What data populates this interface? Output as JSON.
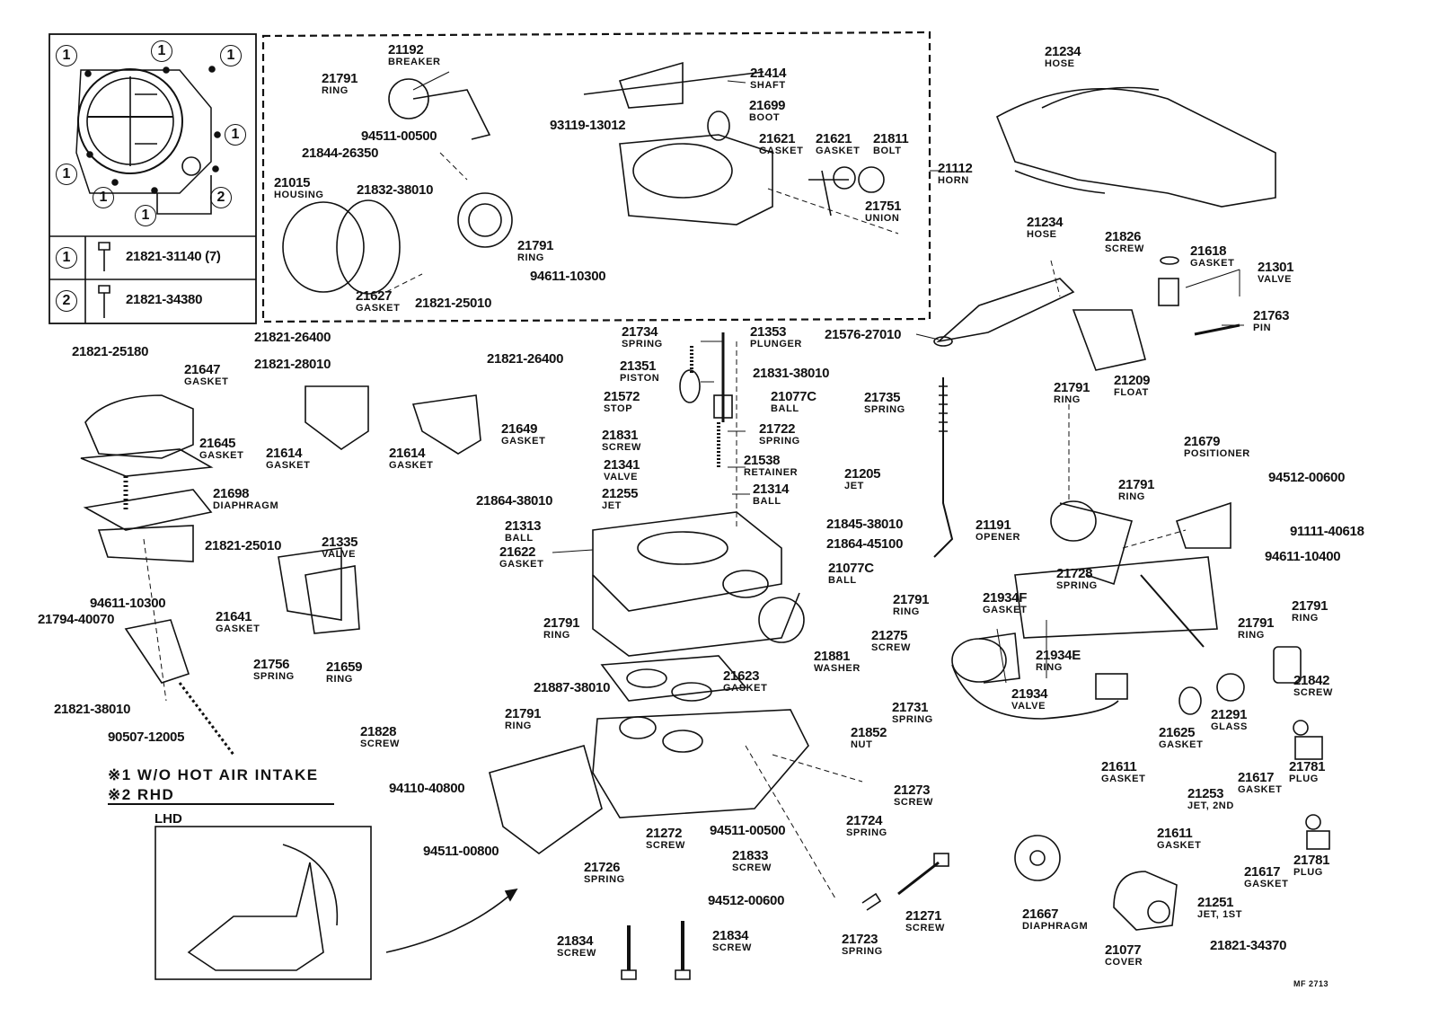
{
  "legend": {
    "circle1": "1",
    "circle2": "2",
    "row1_part": "21821-31140 (7)",
    "row2_part": "21821-34380"
  },
  "notes": {
    "note1": "※1 W/O HOT AIR INTAKE",
    "note2": "※2 RHD",
    "lhd": "LHD",
    "code": "MF 2713"
  },
  "labels": [
    {
      "id": "p21192",
      "num": "21192",
      "name": "BREAKER"
    },
    {
      "id": "p21791a",
      "num": "21791",
      "name": "RING"
    },
    {
      "id": "p94511a",
      "num": "94511-00500",
      "name": ""
    },
    {
      "id": "p21844",
      "num": "21844-26350",
      "name": ""
    },
    {
      "id": "p21015",
      "num": "21015",
      "name": "HOUSING"
    },
    {
      "id": "p21832",
      "num": "21832-38010",
      "name": ""
    },
    {
      "id": "p21627",
      "num": "21627",
      "name": "GASKET"
    },
    {
      "id": "p21821a",
      "num": "21821-25010",
      "name": ""
    },
    {
      "id": "p93119",
      "num": "93119-13012",
      "name": ""
    },
    {
      "id": "p21414",
      "num": "21414",
      "name": "SHAFT"
    },
    {
      "id": "p21699",
      "num": "21699",
      "name": "BOOT"
    },
    {
      "id": "p21621a",
      "num": "21621",
      "name": "GASKET"
    },
    {
      "id": "p21621b",
      "num": "21621",
      "name": "GASKET"
    },
    {
      "id": "p21811",
      "num": "21811",
      "name": "BOLT"
    },
    {
      "id": "p21112",
      "num": "21112",
      "name": "HORN"
    },
    {
      "id": "p21751",
      "num": "21751",
      "name": "UNION"
    },
    {
      "id": "p21791b",
      "num": "21791",
      "name": "RING"
    },
    {
      "id": "p94611a",
      "num": "94611-10300",
      "name": ""
    },
    {
      "id": "p21234a",
      "num": "21234",
      "name": "HOSE"
    },
    {
      "id": "p21234b",
      "num": "21234",
      "name": "HOSE"
    },
    {
      "id": "p21826",
      "num": "21826",
      "name": "SCREW"
    },
    {
      "id": "p21618",
      "num": "21618",
      "name": "GASKET"
    },
    {
      "id": "p21301",
      "num": "21301",
      "name": "VALVE"
    },
    {
      "id": "p21763",
      "num": "21763",
      "name": "PIN"
    },
    {
      "id": "p21209",
      "num": "21209",
      "name": "FLOAT"
    },
    {
      "id": "p21576",
      "num": "21576-27010",
      "name": ""
    },
    {
      "id": "p21821b",
      "num": "21821-25180",
      "name": ""
    },
    {
      "id": "p21647",
      "num": "21647",
      "name": "GASKET"
    },
    {
      "id": "p21645",
      "num": "21645",
      "name": "GASKET"
    },
    {
      "id": "p21698",
      "num": "21698",
      "name": "DIAPHRAGM"
    },
    {
      "id": "p21821c",
      "num": "21821-26400",
      "name": ""
    },
    {
      "id": "p21821d",
      "num": "21821-28010",
      "name": ""
    },
    {
      "id": "p21821e",
      "num": "21821-26400",
      "name": ""
    },
    {
      "id": "p21614a",
      "num": "21614",
      "name": "GASKET"
    },
    {
      "id": "p21614b",
      "num": "21614",
      "name": "GASKET"
    },
    {
      "id": "p21734",
      "num": "21734",
      "name": "SPRING"
    },
    {
      "id": "p21353",
      "num": "21353",
      "name": "PLUNGER"
    },
    {
      "id": "p21351",
      "num": "21351",
      "name": "PISTON"
    },
    {
      "id": "p21831a",
      "num": "21831-38010",
      "name": ""
    },
    {
      "id": "p21572",
      "num": "21572",
      "name": "STOP"
    },
    {
      "id": "p21077a",
      "num": "21077C",
      "name": "BALL"
    },
    {
      "id": "p21735",
      "num": "21735",
      "name": "SPRING"
    },
    {
      "id": "p21791c",
      "num": "21791",
      "name": "RING"
    },
    {
      "id": "p21649",
      "num": "21649",
      "name": "GASKET"
    },
    {
      "id": "p21831b",
      "num": "21831",
      "name": "SCREW"
    },
    {
      "id": "p21722",
      "num": "21722",
      "name": "SPRING"
    },
    {
      "id": "p21341",
      "num": "21341",
      "name": "VALVE"
    },
    {
      "id": "p21538",
      "num": "21538",
      "name": "RETAINER"
    },
    {
      "id": "p21205",
      "num": "21205",
      "name": "JET"
    },
    {
      "id": "p21864a",
      "num": "21864-38010",
      "name": ""
    },
    {
      "id": "p21255",
      "num": "21255",
      "name": "JET"
    },
    {
      "id": "p21314",
      "num": "21314",
      "name": "BALL"
    },
    {
      "id": "p21313",
      "num": "21313",
      "name": "BALL"
    },
    {
      "id": "p21845",
      "num": "21845-38010",
      "name": ""
    },
    {
      "id": "p21864b",
      "num": "21864-45100",
      "name": ""
    },
    {
      "id": "p21622",
      "num": "21622",
      "name": "GASKET"
    },
    {
      "id": "p21077b",
      "num": "21077C",
      "name": "BALL"
    },
    {
      "id": "p21679",
      "num": "21679",
      "name": "POSITIONER"
    },
    {
      "id": "p94512a",
      "num": "94512-00600",
      "name": ""
    },
    {
      "id": "p21791d",
      "num": "21791",
      "name": "RING"
    },
    {
      "id": "p21191",
      "num": "21191",
      "name": "OPENER"
    },
    {
      "id": "p91111",
      "num": "91111-40618",
      "name": ""
    },
    {
      "id": "p94611b",
      "num": "94611-10400",
      "name": ""
    },
    {
      "id": "p21728",
      "num": "21728",
      "name": "SPRING"
    },
    {
      "id": "p21791e",
      "num": "21791",
      "name": "RING"
    },
    {
      "id": "p21934f",
      "num": "21934F",
      "name": "GASKET"
    },
    {
      "id": "p21791f",
      "num": "21791",
      "name": "RING"
    },
    {
      "id": "p21791g",
      "num": "21791",
      "name": "RING"
    },
    {
      "id": "p21934e",
      "num": "21934E",
      "name": "RING"
    },
    {
      "id": "p21934",
      "num": "21934",
      "name": "VALVE"
    },
    {
      "id": "p21842",
      "num": "21842",
      "name": "SCREW"
    },
    {
      "id": "p21291",
      "num": "21291",
      "name": "GLASS"
    },
    {
      "id": "p21625",
      "num": "21625",
      "name": "GASKET"
    },
    {
      "id": "p21611a",
      "num": "21611",
      "name": "GASKET"
    },
    {
      "id": "p21253",
      "num": "21253",
      "name": "JET, 2ND"
    },
    {
      "id": "p21617a",
      "num": "21617",
      "name": "GASKET"
    },
    {
      "id": "p21781a",
      "num": "21781",
      "name": "PLUG"
    },
    {
      "id": "p21611b",
      "num": "21611",
      "name": "GASKET"
    },
    {
      "id": "p21251",
      "num": "21251",
      "name": "JET, 1ST"
    },
    {
      "id": "p21617b",
      "num": "21617",
      "name": "GASKET"
    },
    {
      "id": "p21781b",
      "num": "21781",
      "name": "PLUG"
    },
    {
      "id": "p21667",
      "num": "21667",
      "name": "DIAPHRAGM"
    },
    {
      "id": "p21077c",
      "num": "21077",
      "name": "COVER"
    },
    {
      "id": "p21821f",
      "num": "21821-34370",
      "name": ""
    },
    {
      "id": "p21821g",
      "num": "21821-25010",
      "name": ""
    },
    {
      "id": "p21335",
      "num": "21335",
      "name": "VALVE"
    },
    {
      "id": "p94611c",
      "num": "94611-10300",
      "name": ""
    },
    {
      "id": "p21794",
      "num": "21794-40070",
      "name": ""
    },
    {
      "id": "p21641",
      "num": "21641",
      "name": "GASKET"
    },
    {
      "id": "p21756",
      "num": "21756",
      "name": "SPRING"
    },
    {
      "id": "p21659",
      "num": "21659",
      "name": "RING"
    },
    {
      "id": "p21821h",
      "num": "21821-38010",
      "name": ""
    },
    {
      "id": "p90507",
      "num": "90507-12005",
      "name": ""
    },
    {
      "id": "p21828",
      "num": "21828",
      "name": "SCREW"
    },
    {
      "id": "p21791h",
      "num": "21791",
      "name": "RING"
    },
    {
      "id": "p21887",
      "num": "21887-38010",
      "name": ""
    },
    {
      "id": "p21791i",
      "num": "21791",
      "name": "RING"
    },
    {
      "id": "p21623",
      "num": "21623",
      "name": "GASKET"
    },
    {
      "id": "p21881",
      "num": "21881",
      "name": "WASHER"
    },
    {
      "id": "p21275",
      "num": "21275",
      "name": "SCREW"
    },
    {
      "id": "p21852",
      "num": "21852",
      "name": "NUT"
    },
    {
      "id": "p21731",
      "num": "21731",
      "name": "SPRING"
    },
    {
      "id": "p94110",
      "num": "94110-40800",
      "name": ""
    },
    {
      "id": "p94511b",
      "num": "94511-00800",
      "name": ""
    },
    {
      "id": "p21273",
      "num": "21273",
      "name": "SCREW"
    },
    {
      "id": "p21724",
      "num": "21724",
      "name": "SPRING"
    },
    {
      "id": "p21272",
      "num": "21272",
      "name": "SCREW"
    },
    {
      "id": "p94511c",
      "num": "94511-00500",
      "name": ""
    },
    {
      "id": "p21726",
      "num": "21726",
      "name": "SPRING"
    },
    {
      "id": "p21833",
      "num": "21833",
      "name": "SCREW"
    },
    {
      "id": "p94512b",
      "num": "94512-00600",
      "name": ""
    },
    {
      "id": "p21271",
      "num": "21271",
      "name": "SCREW"
    },
    {
      "id": "p21723",
      "num": "21723",
      "name": "SPRING"
    },
    {
      "id": "p21834a",
      "num": "21834",
      "name": "SCREW"
    },
    {
      "id": "p21834b",
      "num": "21834",
      "name": "SCREW"
    }
  ]
}
